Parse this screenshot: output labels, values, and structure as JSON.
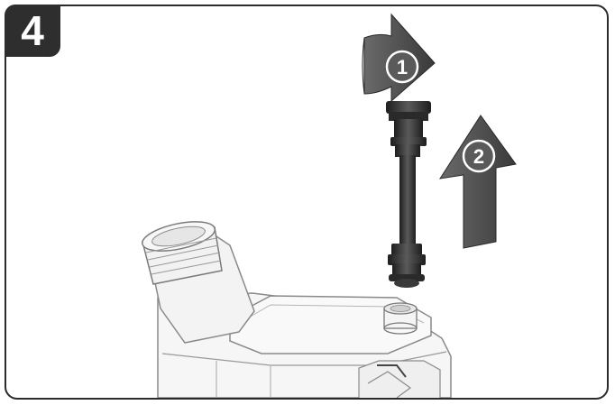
{
  "step": {
    "number": "4"
  },
  "callouts": [
    {
      "label": "1",
      "action": "rotate"
    },
    {
      "label": "2",
      "action": "lift-up"
    }
  ],
  "colors": {
    "frame": "#2b2b2b",
    "badge": "#2e2e2e",
    "arrow": "#4a4a4a",
    "part_dark": "#3a3a3a",
    "housing_line": "#9a9a9a"
  },
  "icons": [
    "rotate-arrow-icon",
    "up-arrow-icon"
  ]
}
